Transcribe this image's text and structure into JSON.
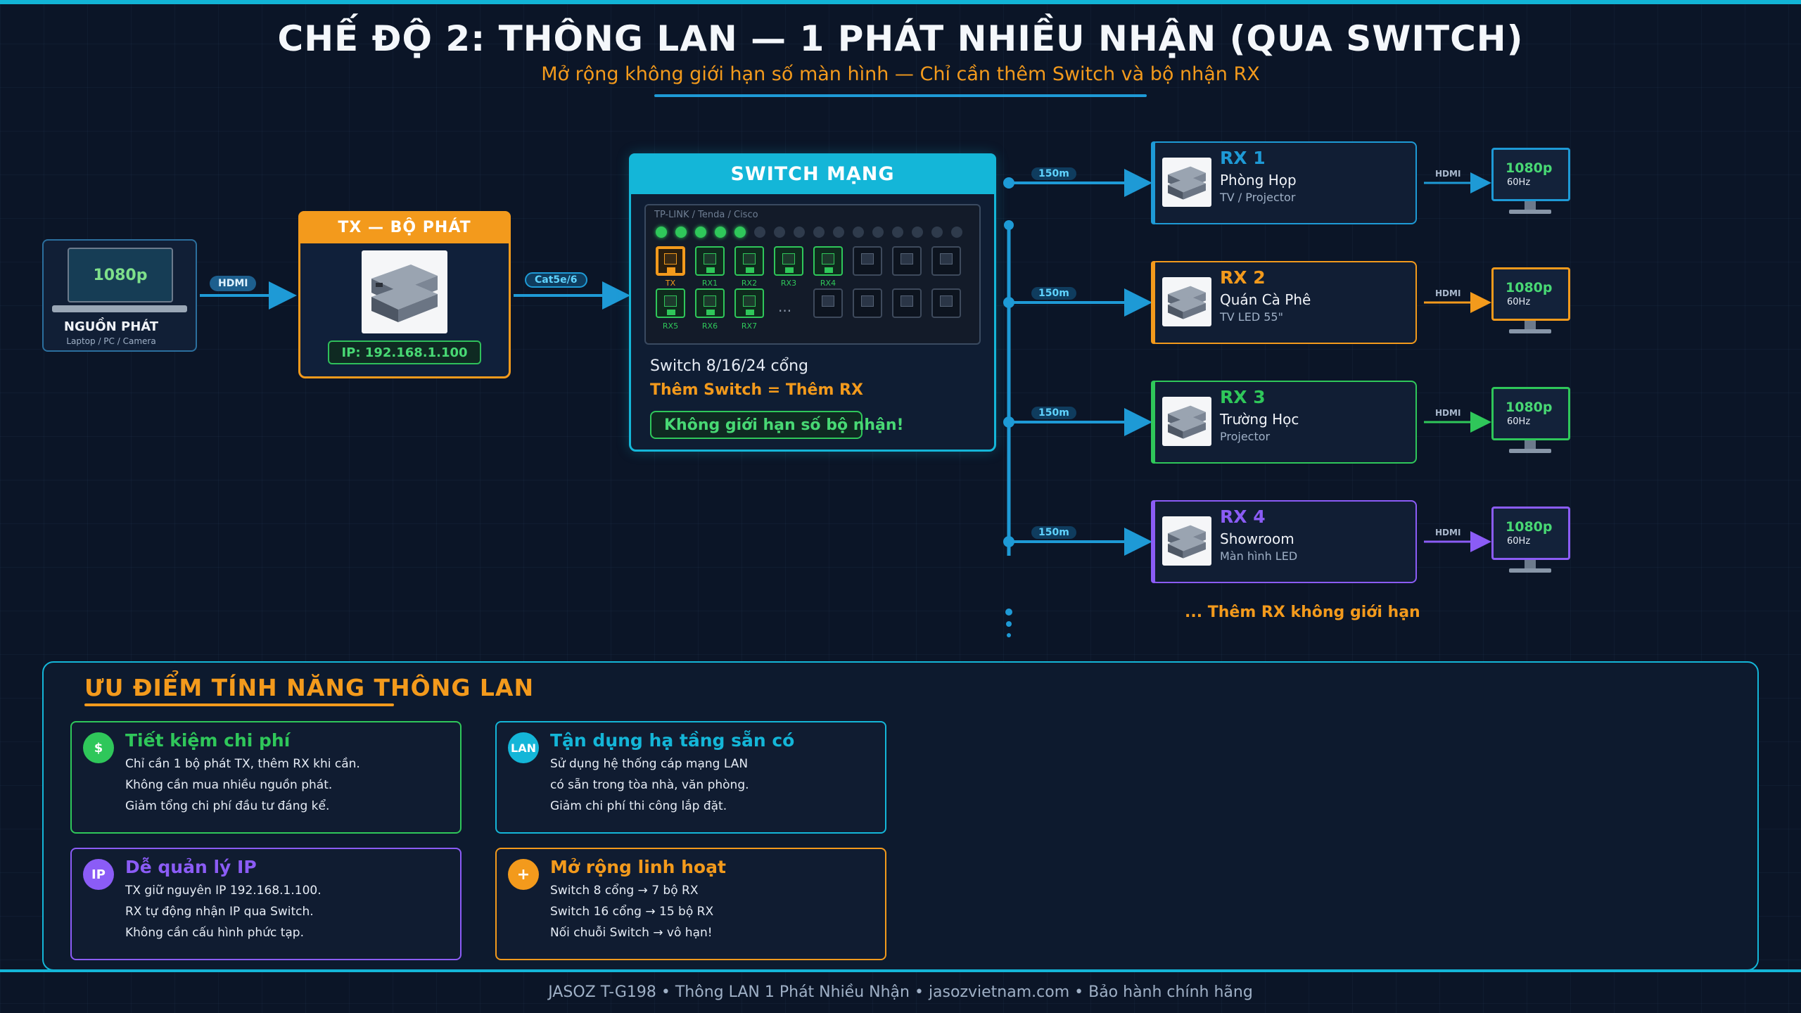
{
  "header": {
    "title": "CHẾ ĐỘ 2: THÔNG LAN — 1 PHÁT NHIỀU NHẬN (QUA SWITCH)",
    "subtitle": "Mở rộng không giới hạn số màn hình — Chỉ cần thêm Switch và bộ nhận RX"
  },
  "source": {
    "screen_label": "1080p",
    "title": "NGUỒN PHÁT",
    "subtitle": "Laptop / PC / Camera",
    "link_label": "HDMI"
  },
  "tx": {
    "title": "TX — BỘ PHÁT",
    "ip": "IP: 192.168.1.100",
    "link_label": "Cat5e/6"
  },
  "switch": {
    "title": "SWITCH MẠNG",
    "brand": "TP-LINK / Tenda / Cisco",
    "port_labels_top": [
      "TX",
      "RX1",
      "RX2",
      "RX3",
      "RX4"
    ],
    "port_labels_bottom": [
      "RX5",
      "RX6",
      "RX7"
    ],
    "ellipsis": "...",
    "text1": "Switch 8/16/24 cổng",
    "text2": "Thêm Switch = Thêm RX",
    "tag": "Không giới hạn số bộ nhận!"
  },
  "receivers": [
    {
      "name": "RX 1",
      "location": "Phòng Họp",
      "device": "TV / Projector",
      "distance": "150m",
      "link_label": "HDMI",
      "resolution": "1080p",
      "refresh": "60Hz",
      "color": "#1e9ad6"
    },
    {
      "name": "RX 2",
      "location": "Quán Cà Phê",
      "device": "TV LED 55\"",
      "distance": "150m",
      "link_label": "HDMI",
      "resolution": "1080p",
      "refresh": "60Hz",
      "color": "#f39a1c"
    },
    {
      "name": "RX 3",
      "location": "Trường Học",
      "device": "Projector",
      "distance": "150m",
      "link_label": "HDMI",
      "resolution": "1080p",
      "refresh": "60Hz",
      "color": "#2fc75a"
    },
    {
      "name": "RX 4",
      "location": "Showroom",
      "device": "Màn hình LED",
      "distance": "150m",
      "link_label": "HDMI",
      "resolution": "1080p",
      "refresh": "60Hz",
      "color": "#8b5cf6"
    }
  ],
  "more_rx": "... Thêm RX không giới hạn",
  "advantages": {
    "title": "ƯU ĐIỂM TÍNH NĂNG THÔNG LAN",
    "cards": [
      {
        "icon": "$",
        "title": "Tiết kiệm chi phí",
        "lines": [
          "Chỉ cần 1 bộ phát TX, thêm RX khi cần.",
          "Không cần mua nhiều nguồn phát.",
          "Giảm tổng chi phí đầu tư đáng kể."
        ],
        "color": "#2fc75a"
      },
      {
        "icon": "LAN",
        "title": "Tận dụng hạ tầng sẵn có",
        "lines": [
          "Sử dụng hệ thống cáp mạng LAN",
          "có sẵn trong tòa nhà, văn phòng.",
          "Giảm chi phí thi công lắp đặt."
        ],
        "color": "#14b6d8"
      },
      {
        "icon": "IP",
        "title": "Dễ quản lý IP",
        "lines": [
          "TX giữ nguyên IP 192.168.1.100.",
          "RX tự động nhận IP qua Switch.",
          "Không cần cấu hình phức tạp."
        ],
        "color": "#8b5cf6"
      },
      {
        "icon": "+",
        "title": "Mở rộng linh hoạt",
        "lines": [
          "Switch 8 cổng → 7 bộ RX",
          "Switch 16 cổng → 15 bộ RX",
          "Nối chuỗi Switch → vô hạn!"
        ],
        "color": "#f39a1c"
      }
    ]
  },
  "footer": "JASOZ T-G198  •  Thông LAN 1 Phát Nhiều Nhận  •  jasozvietnam.com  •  Bảo hành chính hãng"
}
